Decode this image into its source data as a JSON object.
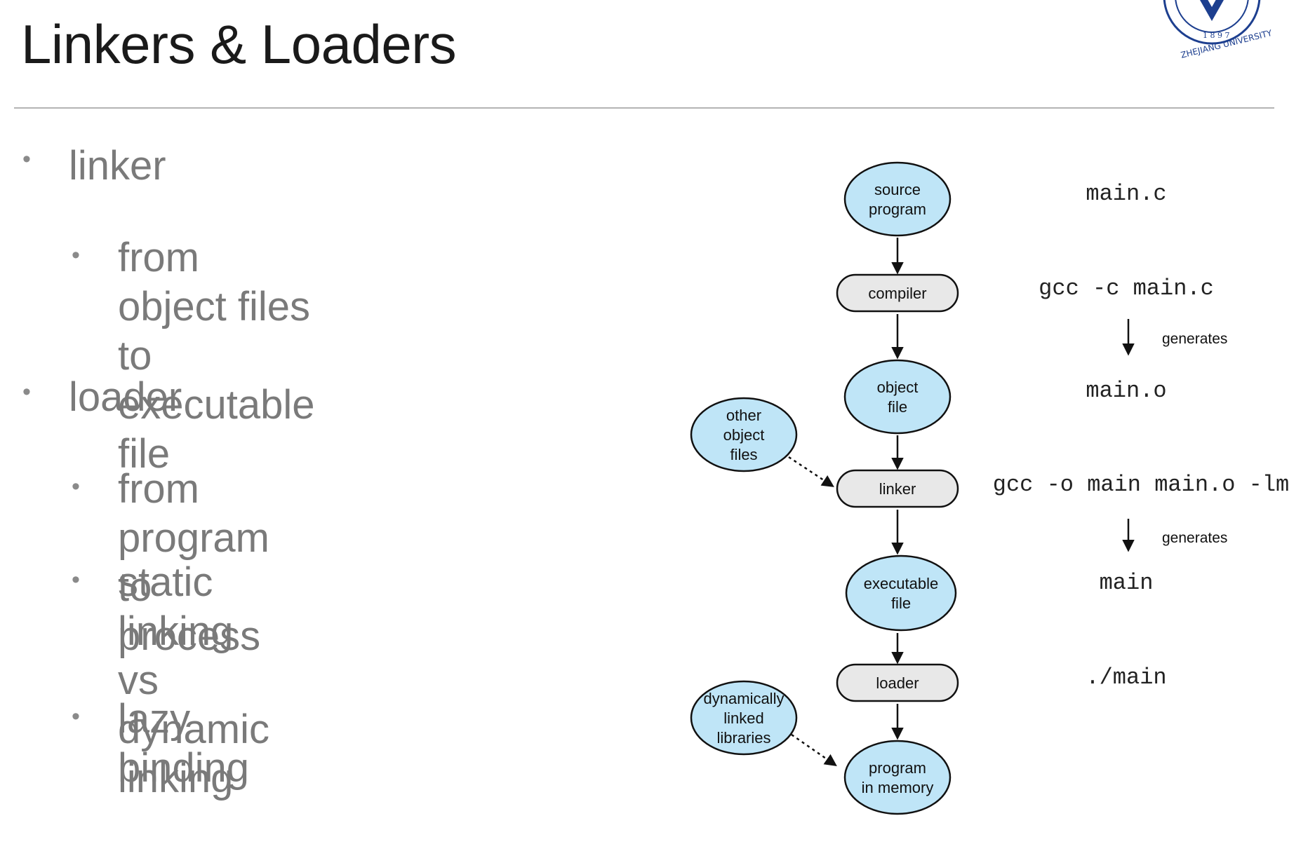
{
  "slide": {
    "title": "Linkers & Loaders",
    "logo_text": "1897 ZHEJIANG UNIVERSITY",
    "bullets": [
      {
        "label": "linker",
        "sub": [
          "from object files to\nexecutable file"
        ]
      },
      {
        "label": "loader",
        "sub": [
          "from program to process",
          "static linking vs dynamic\nlinking",
          "lazy binding"
        ]
      }
    ]
  },
  "diagram": {
    "nodes": {
      "source": [
        "source",
        "program"
      ],
      "compiler": [
        "compiler"
      ],
      "object": [
        "object",
        "file"
      ],
      "other": [
        "other",
        "object",
        "files"
      ],
      "linker": [
        "linker"
      ],
      "exec": [
        "executable",
        "file"
      ],
      "loader": [
        "loader"
      ],
      "dyn": [
        "dynamically",
        "linked",
        "libraries"
      ],
      "memory": [
        "program",
        "in memory"
      ]
    },
    "commands": {
      "main_c": "main.c",
      "gcc_c": "gcc -c main.c",
      "generates1": "generates",
      "main_o": "main.o",
      "gcc_o": "gcc -o main main.o -lm",
      "generates2": "generates",
      "main": "main",
      "run": "./main"
    },
    "colors": {
      "ellipse_fill": "#bfe5f7",
      "box_fill": "#e8e8e8",
      "stroke": "#111111"
    }
  }
}
